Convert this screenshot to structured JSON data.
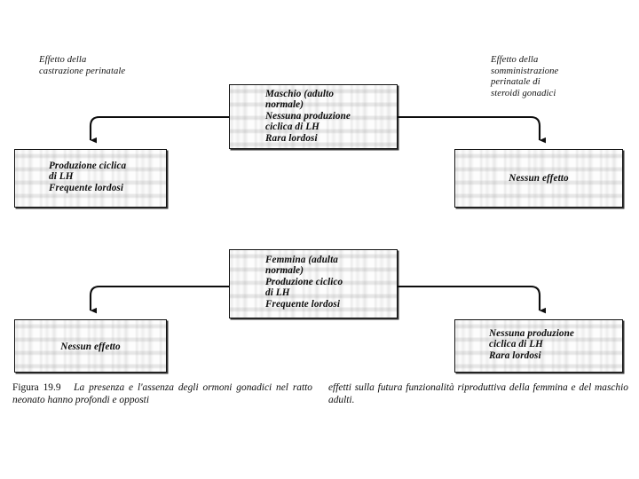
{
  "figure": {
    "number_label": "Figura 19.9",
    "caption_col1": "La presenza e l'assenza degli ormoni gonadici nel ratto neonato hanno profondi e opposti",
    "caption_col2": "effetti sulla futura funzionalità riproduttiva della femmina e del maschio adulti."
  },
  "annotations": {
    "left": "Effetto della\ncastrazione perinatale",
    "right": "Effetto della\nsomministrazione\nperinatale di\nsteroidi gonadici"
  },
  "rows": [
    {
      "id": "male-row",
      "center": "Maschio (adulto\nnormale)\nNessuna produzione\nciclica di LH\nRara lordosi",
      "left_outcome": "Produzione ciclica\ndi LH\nFrequente lordosi",
      "right_outcome": "Nessun effetto"
    },
    {
      "id": "female-row",
      "center": "Femmina (adulta\nnormale)\nProduzione ciclico\ndi LH\nFrequente lordosi",
      "left_outcome": "Nessun effetto",
      "right_outcome": "Nessuna produzione\nciclica di LH\nRara lordosi"
    }
  ],
  "colors": {
    "ink": "#111111",
    "page": "#ffffff",
    "box_fill": "#fdfdfd"
  }
}
